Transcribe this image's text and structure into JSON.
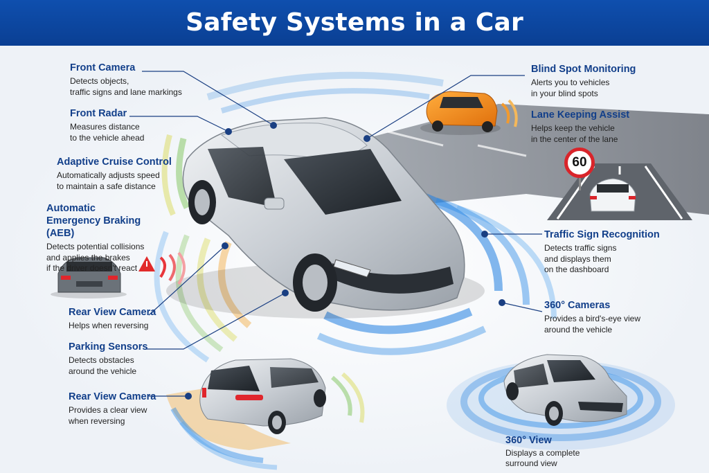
{
  "title": "Safety Systems in a Car",
  "sign_speed": "60",
  "features": [
    {
      "heading": "Front Camera",
      "desc": "Detects objects,\ntraffic signs and lane markings"
    },
    {
      "heading": "Front Radar",
      "desc": "Measures distance\nto the vehicle ahead"
    },
    {
      "heading": "Adaptive Cruise Control",
      "desc": "Automatically adjusts speed\nto maintain a safe distance"
    },
    {
      "heading": "Automatic Emergency Braking (AEB)",
      "desc": "Detects potential collisions\nand applies the brakes\nif the driver doesn't react"
    },
    {
      "heading": "Rear View Camera",
      "desc": "Helps when reversing"
    },
    {
      "heading": "Parking Sensors",
      "desc": "Detects obstacles\naround the vehicle"
    },
    {
      "heading": "Rear View Camera",
      "desc": "Provides a clear view\nwhen reversing"
    },
    {
      "heading": "Blind Spot Monitoring",
      "desc": "Alerts you to vehicles\nin your blind spots"
    },
    {
      "heading": "Lane Keeping Assist",
      "desc": "Helps keep the vehicle\nin the center of the lane"
    },
    {
      "heading": "Traffic Sign Recognition",
      "desc": "Detects traffic signs\nand displays them\non the dashboard"
    },
    {
      "heading": "360° Cameras",
      "desc": "Provides a bird's-eye view\naround the vehicle"
    },
    {
      "heading": "360° View",
      "desc": "Displays a complete\nsurround view"
    }
  ]
}
